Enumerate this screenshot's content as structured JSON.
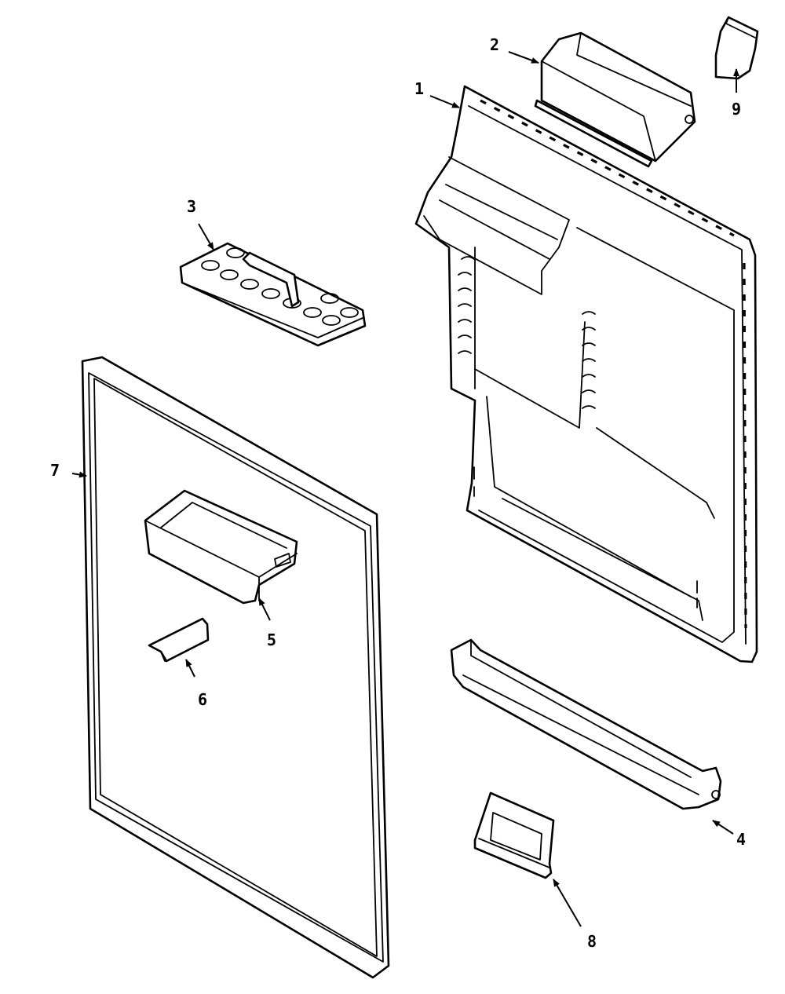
{
  "diagram": {
    "callouts": {
      "door_liner": "1",
      "dairy_compartment": "2",
      "egg_tray": "3",
      "door_shelf_bar": "4",
      "door_bin": "5",
      "bar_retainer": "6",
      "door_gasket": "7",
      "shelf_end_cap": "8",
      "dairy_end_cap": "9"
    },
    "colors": {
      "line": "#000000",
      "background": "#ffffff"
    }
  }
}
